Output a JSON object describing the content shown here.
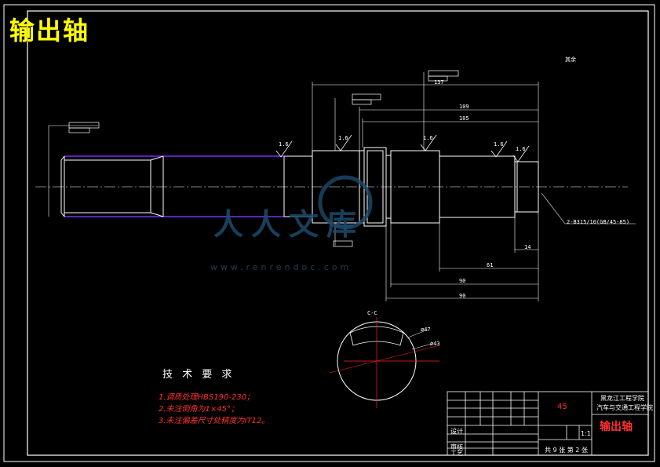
{
  "heading": "输出轴",
  "technical_requirements": {
    "title": "技 术 要 求",
    "items": [
      "1.调质处理HBS190-230；",
      "2.未注倒角为1×45°；",
      "3.未注偏差尺寸处精度为IT12。"
    ]
  },
  "title_block": {
    "material": "45",
    "part_name": "输出轴",
    "school_line1": "黑龙江工程学院",
    "school_line2": "汽车与交通工程学院",
    "design_label": "设计",
    "review_label": "审核",
    "process_label": "工艺",
    "sheet_info": "共 9 张 第 2 张",
    "scale": "1:1"
  },
  "dimensions": {
    "d137": "137",
    "d109": "109",
    "d105": "105",
    "d61": "61",
    "d90a": "90",
    "d90b": "90",
    "d14": "14",
    "d47": "ø47",
    "d43": "ø43",
    "section_label": "C-C",
    "center_hole": "2-B315/10(GB/45-85)",
    "other": "其余"
  },
  "roughness": [
    "1.6",
    "1.6",
    "1.6",
    "1.6",
    "1.6"
  ],
  "watermark": {
    "text": "人人文库",
    "url": "www.renrendoc.com"
  }
}
